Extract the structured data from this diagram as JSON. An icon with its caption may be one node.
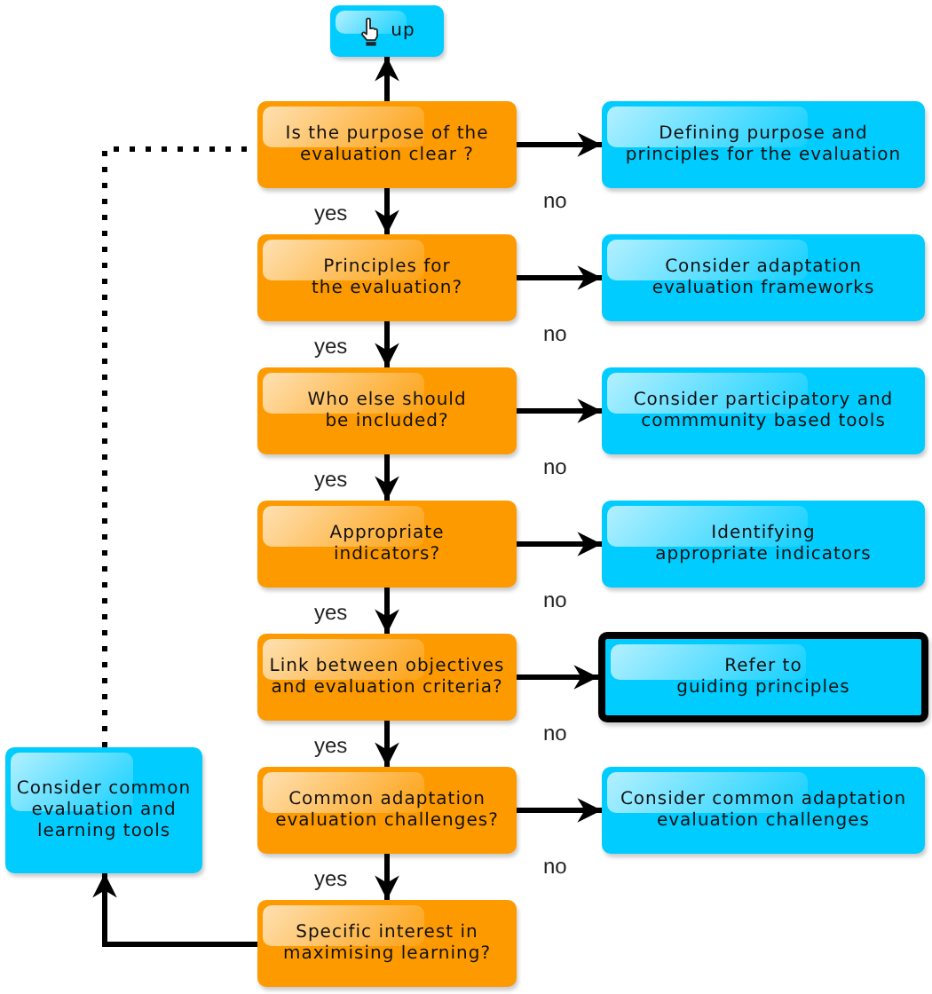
{
  "diagram": {
    "nodes": [
      {
        "text": [
          "up"
        ]
      },
      {
        "text": [
          "Is the purpose of the evaluation clear ?"
        ]
      },
      {
        "text": [
          "Defining purpose and principles for the evaluation"
        ]
      },
      {
        "text": [
          "Principles for the evaluation?"
        ]
      },
      {
        "text": [
          "Consider adaptation evaluation frameworks"
        ]
      },
      {
        "text": [
          "Who else should be included?"
        ]
      },
      {
        "text": [
          "Consider participatory and commmunity based tools"
        ]
      },
      {
        "text": [
          "Appropriate indicators?"
        ]
      },
      {
        "text": [
          "Identifying appropriate indicators"
        ]
      },
      {
        "text": [
          "Link between objectives and evaluation criteria?"
        ]
      },
      {
        "text": [
          "Refer to guiding principles"
        ]
      },
      {
        "text": [
          "Consider common evaluation and learning tools"
        ]
      },
      {
        "text": [
          "Common adaptation evaluation challenges?"
        ]
      },
      {
        "text": [
          "Consider common adaptation evaluation challenges"
        ]
      },
      {
        "text": [
          "Specific interest in maximising learning?"
        ]
      }
    ],
    "edges": [
      {
        "from": 1,
        "to": 0,
        "arrow": "to"
      },
      {
        "from": 1,
        "to": 2,
        "arrow": "to",
        "label": "no"
      },
      {
        "from": 1,
        "to": 3,
        "arrow": "to",
        "label": "yes"
      },
      {
        "from": 3,
        "to": 4,
        "arrow": "to",
        "label": "no"
      },
      {
        "from": 3,
        "to": 5,
        "arrow": "to",
        "label": "yes"
      },
      {
        "from": 5,
        "to": 6,
        "arrow": "to",
        "label": "no"
      },
      {
        "from": 5,
        "to": 7,
        "arrow": "to",
        "label": "yes"
      },
      {
        "from": 7,
        "to": 8,
        "arrow": "to",
        "label": "no"
      },
      {
        "from": 7,
        "to": 9,
        "arrow": "to",
        "label": "yes"
      },
      {
        "from": 9,
        "to": 10,
        "arrow": "to",
        "label": "no"
      },
      {
        "from": 9,
        "to": 12,
        "arrow": "to",
        "label": "yes"
      },
      {
        "from": 12,
        "to": 13,
        "arrow": "to",
        "label": "no"
      },
      {
        "from": 12,
        "to": 14,
        "arrow": "to",
        "label": "yes"
      },
      {
        "from": 14,
        "to": 11,
        "arrow": "to"
      },
      {
        "from": 11,
        "to": 1,
        "arrow": "none",
        "style": "dashed"
      }
    ]
  }
}
